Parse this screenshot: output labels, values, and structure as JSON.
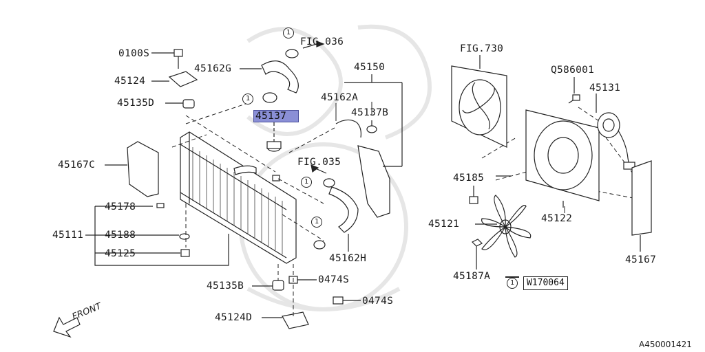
{
  "labels": {
    "p0100S": "0100S",
    "p45124": "45124",
    "p45135D": "45135D",
    "p45167C": "45167C",
    "p45178": "45178",
    "p45111": "45111",
    "p45188": "45188",
    "p45125": "45125",
    "p45135B": "45135B",
    "p45124D": "45124D",
    "p0474S_a": "0474S",
    "p0474S_b": "0474S",
    "p45162G": "45162G",
    "fig036": "FIG.036",
    "p45137": "45137",
    "p45150": "45150",
    "p45162A": "45162A",
    "p45137B": "45137B",
    "fig035": "FIG.035",
    "p45162H": "45162H",
    "fig730": "FIG.730",
    "q586001": "Q586001",
    "p45131": "45131",
    "p45185": "45185",
    "p45121": "45121",
    "p45122": "45122",
    "p45187A": "45187A",
    "p45167": "45167",
    "circle_one": "1",
    "legend_code": "W170064",
    "front": "FRONT",
    "diagram_id": "A450001421"
  },
  "highlight_color": "#8a8fd6"
}
